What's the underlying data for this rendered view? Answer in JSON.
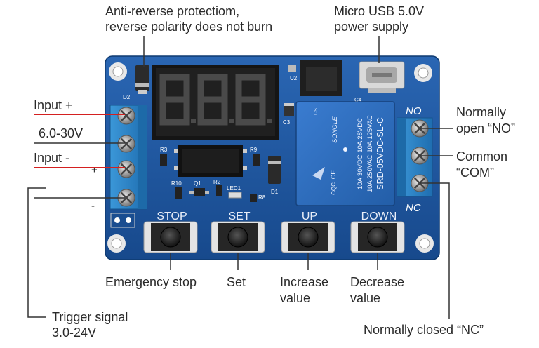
{
  "callouts": {
    "anti_reverse_line1": "Anti-reverse protectiom,",
    "anti_reverse_line2": "reverse polarity does not burn",
    "usb_line1": "Micro USB 5.0V",
    "usb_line2": "power supply",
    "input_plus": "Input +",
    "voltage_range": "6.0-30V",
    "input_minus": "Input -",
    "trigger_line1": "Trigger signal",
    "trigger_line2": "3.0-24V",
    "normally_open_line1": "Normally",
    "normally_open_line2": "open “NO”",
    "common_line1": "Common",
    "common_line2": "“COM”",
    "normally_closed": "Normally closed “NC”",
    "emergency_stop": "Emergency stop",
    "set": "Set",
    "increase_line1": "Increase",
    "increase_line2": "value",
    "decrease_line1": "Decrease",
    "decrease_line2": "value"
  },
  "board": {
    "display": "8.8.8.",
    "button_stop": "STOP",
    "button_set": "SET",
    "button_up": "UP",
    "button_down": "DOWN",
    "terminal_no": "NO",
    "terminal_nc": "NC",
    "trigger_plus": "+",
    "trigger_minus": "-",
    "designators": {
      "d1": "D1",
      "d2": "D2",
      "u2": "U2",
      "c3": "C3",
      "c4": "C4",
      "r3": "R3",
      "r9": "R9",
      "r10": "R10",
      "q1": "Q1",
      "r2": "R2",
      "led1": "LED1",
      "r8": "R8"
    },
    "relay": {
      "brand": "SONGLE",
      "model": "SRD-05VDC-SL-C",
      "rating1": "10A 250VAC  10A 125VAC",
      "rating2": "10A  30VDC  10A  28VDC",
      "mark_ce": "CE",
      "mark_cqc": "CQC",
      "mark_us": "US"
    }
  },
  "colors": {
    "pcb": "#1f5aa6",
    "relay": "#2e6cc0",
    "terminal": "#2f86c8",
    "display_bg": "#1a1a1a",
    "segment": "#4a4a4a",
    "callout_red": "#d42020",
    "callout_line": "#333333"
  }
}
